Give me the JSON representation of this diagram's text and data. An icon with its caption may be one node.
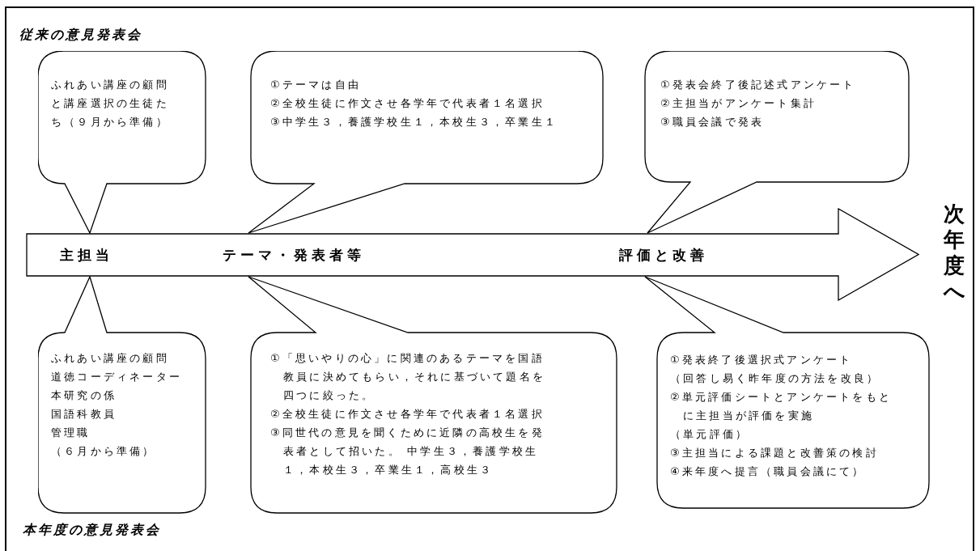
{
  "diagram": {
    "nodes": [
      {
        "text": [
          "ふれあい講座の顧問と講座選択の生徒たち（９月から準備）"
        ]
      },
      {
        "text": [
          "①テーマは自由",
          "②全校生徒に作文させ各学年で代表者１名選択",
          "③中学生３，養護学校生１，本校生３，卒業生１"
        ]
      },
      {
        "text": [
          "①発表会終了後記述式アンケート",
          "②主担当がアンケート集計",
          "③職員会議で発表"
        ]
      },
      {
        "text": [
          "主担当",
          "テーマ・発表者等",
          "評価と改善"
        ]
      },
      {
        "text": [
          "ふれあい講座の顧問",
          "道徳コーディネーター",
          "本研究の係",
          "国語科教員",
          "管理職",
          "（６月から準備）"
        ]
      },
      {
        "text": [
          "①「思いやりの心」に関連のあるテーマを国語教員に決めてもらい，それに基づいて題名を四つに絞った。",
          "②全校生徒に作文させ各学年で代表者１名選択",
          "③同世代の意見を聞くために近隣の高校生を発表者として招いた。 中学生３，養護学校生１，本校生３，卒業生１，高校生３"
        ]
      },
      {
        "text": [
          "①発表終了後選択式アンケート",
          "（回答し易く昨年度の方法を改良）",
          "②単元評価シートとアンケートをもとに主担当が評価を実施",
          "（単元評価）",
          "③主担当による課題と改善策の検討",
          "④来年度へ提言（職員会議にて）"
        ]
      }
    ],
    "labels": [
      "従来の意見発表会",
      "次年度へ",
      "本年度の意見発表会"
    ]
  }
}
